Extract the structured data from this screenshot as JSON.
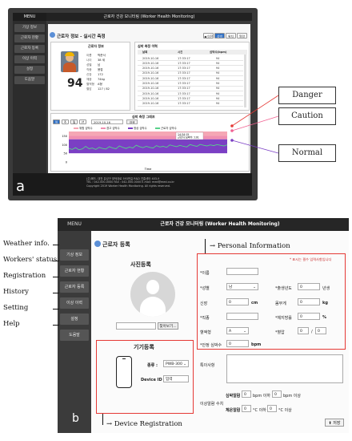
{
  "panel_a": {
    "menu_header": "MENU",
    "sidebar_items": [
      "기상 정보",
      "근로자 현황",
      "근로자 등록",
      "이상 이력",
      "설정",
      "도움말"
    ],
    "top_title": "근로자 건강 모니터링 (Worker Health Monitoring)",
    "page_title": "근로자 정보 - 실시간 측정",
    "top_buttons": [
      "◀ 이전",
      "심박",
      "위치",
      "알람"
    ],
    "worker_card_title": "근로자 정보",
    "worker_fields": [
      "이름",
      "나이",
      "성별",
      "직종",
      "신장",
      "체중",
      "혈액형",
      "혈압"
    ],
    "worker_values": [
      "박준서",
      "38 세",
      "남",
      "용접",
      "172",
      "74kg",
      "A형",
      "127 / 82"
    ],
    "score": "94",
    "history_title": "심박 측정 이력",
    "history_headers": [
      "날짜",
      "시간",
      "심박수(bpm)"
    ],
    "history_rows": [
      [
        "2019-10-16",
        "17:33:17",
        "94"
      ],
      [
        "2019-10-16",
        "17:33:17",
        "94"
      ],
      [
        "2019-10-16",
        "17:33:17",
        "94"
      ],
      [
        "2019-10-16",
        "17:33:17",
        "94"
      ],
      [
        "2019-10-16",
        "17:33:17",
        "94"
      ],
      [
        "2019-10-16",
        "17:33:17",
        "94"
      ],
      [
        "2019-10-16",
        "17:33:17",
        "94"
      ],
      [
        "2019-10-16",
        "17:33:17",
        "94"
      ],
      [
        "2019-10-16",
        "17:33:17",
        "94"
      ],
      [
        "2019-10-16",
        "17:33:17",
        "94"
      ]
    ],
    "graph_title": "심박 측정 그래프",
    "graph_tabs": [
      "일",
      "주",
      "월",
      "년"
    ],
    "graph_date": "2019-10-16",
    "graph_search": "검색",
    "legend": [
      "위험 심박수",
      "경고 심박수",
      "정상 심박수",
      "근로자 심박수"
    ],
    "y_ticks": [
      "150",
      "100",
      "50",
      "0"
    ],
    "x_label": "Time",
    "tooltip_time": "14:34:15",
    "tooltip_value": "근로자 심박수: 101",
    "footer_lines": [
      "(주)메드. 대전 유성구 대덕대로 593번길 R&D 진흥센터 403-9",
      "TEL : 042-000-0000  FAX : 042-000-0000  E-mail: med@med.co.kr",
      "Copyright 2019 Worker Health Monitoring. All rights reserved."
    ],
    "panel_letter": "a"
  },
  "callouts": {
    "danger": "Danger",
    "caution": "Caution",
    "normal": "Normal"
  },
  "panel_b": {
    "menu_header": "MENU",
    "sidebar_items": [
      "기상 정보",
      "근로자 현황",
      "근로자 등록",
      "이상 이력",
      "설정",
      "도움말"
    ],
    "top_title": "근로자 건강 모니터링 (Worker Health Monitoring)",
    "page_title": "근로자 등록",
    "photo_title": "사진등록",
    "browse_button": "찾아보기...",
    "device_title": "기기등록",
    "device_type_label": "종류 :",
    "device_type_value": "PWB-300",
    "device_id_label": "Device ID :",
    "device_id_value": "입력",
    "required_note": "* 표시는 필수 입력사항입니다",
    "fields": {
      "name": "*이름",
      "gender": "*성별",
      "gender_value": "남",
      "birth_year": "*출생년도",
      "birth_value": "0",
      "birth_unit": "년생",
      "height": "신장",
      "height_value": "0",
      "height_unit": "cm",
      "weight": "몸무게",
      "weight_value": "0",
      "weight_unit": "kg",
      "job": "*직종",
      "bodyfat": "*체지방률",
      "bodyfat_value": "0",
      "bodyfat_unit": "%",
      "blood": "혈액형",
      "blood_value": "A",
      "bp": "*혈압",
      "bp_value1": "0",
      "bp_sep": "/",
      "bp_value2": "0",
      "stable_hr": "*안정 심박수",
      "stable_value": "0",
      "stable_unit": "bpm",
      "notes": "특이사항",
      "alarm_label": "이상알람 수치",
      "hr_alarm": "심박알람",
      "hr_low": "0",
      "hr_low_unit": "bpm 이하",
      "hr_high": "0",
      "hr_high_unit": "bpm 이상",
      "temp_alarm": "체온알람",
      "temp_low": "0",
      "temp_low_unit": "°C 이하",
      "temp_high": "0",
      "temp_high_unit": "°C 이상"
    },
    "save_button": "저장",
    "panel_letter": "b"
  },
  "annotations": {
    "weather": "Weather info.",
    "workers": "Workers' status",
    "registration": "Registration",
    "history": "History",
    "setting": "Setting",
    "help": "Help",
    "personal": "Personal Information",
    "device": "Device Registration"
  },
  "colors": {
    "danger_band": "#f5a7b4",
    "caution_band": "#f08fb0",
    "normal_band": "#7b3fc4",
    "worker_line": "#58d18a",
    "highlight_box": "#e53935"
  },
  "chart_data": {
    "type": "line",
    "x_label": "Time",
    "ylim": [
      0,
      175
    ],
    "bands": [
      {
        "name": "위험 심박수",
        "from": 150,
        "to": 175
      },
      {
        "name": "경고 심박수",
        "from": 130,
        "to": 150
      },
      {
        "name": "정상 심박수",
        "from": 50,
        "to": 130
      }
    ],
    "series": [
      {
        "name": "근로자 심박수",
        "values": [
          78,
          72,
          82,
          70,
          75,
          90,
          76,
          80,
          72,
          84,
          78,
          74,
          88,
          80,
          76,
          92,
          84,
          78,
          86,
          80,
          96,
          88,
          82,
          90,
          84,
          80,
          94,
          86,
          90,
          84,
          98,
          92,
          88,
          96,
          90,
          86,
          100,
          94,
          90,
          101,
          96,
          92,
          98,
          94,
          100,
          96,
          92,
          98
        ]
      }
    ]
  }
}
